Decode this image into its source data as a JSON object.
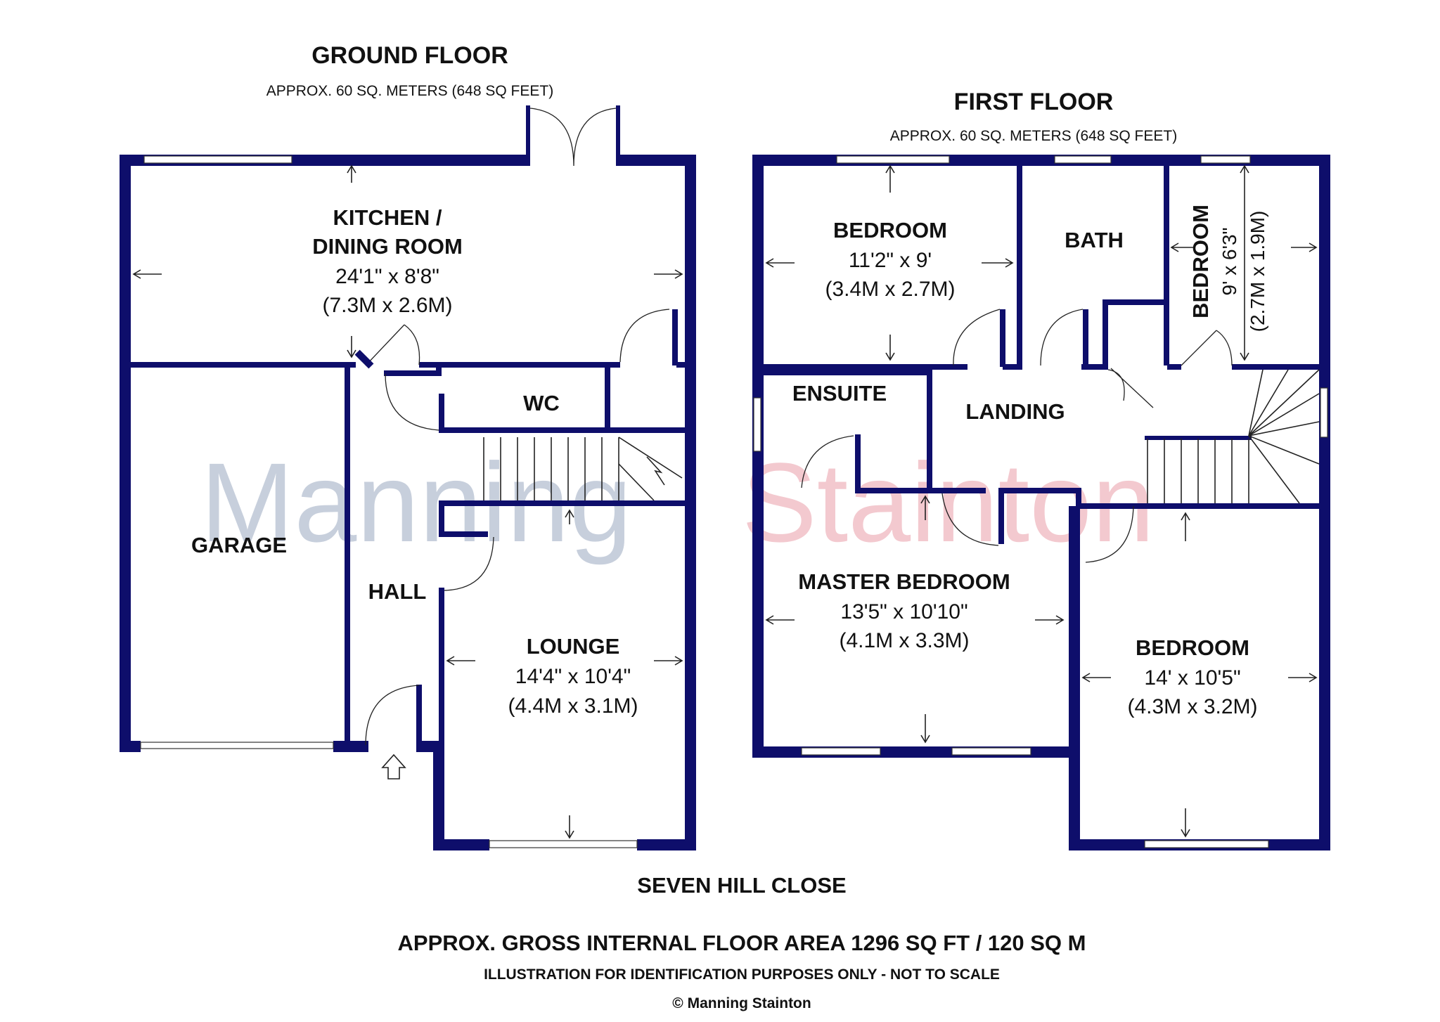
{
  "ground_floor": {
    "title": "GROUND FLOOR",
    "area": "APPROX. 60 SQ. METERS (648 SQ FEET)"
  },
  "first_floor": {
    "title": "FIRST FLOOR",
    "area": "APPROX. 60 SQ. METERS (648 SQ FEET)"
  },
  "rooms": {
    "kitchen": {
      "line1": "KITCHEN /",
      "line2": "DINING ROOM",
      "imperial": "24'1\" x 8'8\"",
      "metric": "(7.3M x 2.6M)"
    },
    "wc": {
      "name": "WC"
    },
    "garage": {
      "name": "GARAGE"
    },
    "hall": {
      "name": "HALL"
    },
    "lounge": {
      "name": "LOUNGE",
      "imperial": "14'4\" x 10'4\"",
      "metric": "(4.4M x 3.1M)"
    },
    "bedroom_1": {
      "name": "BEDROOM",
      "imperial": "11'2\" x 9'",
      "metric": "(3.4M x 2.7M)"
    },
    "bath": {
      "name": "BATH"
    },
    "bedroom_small": {
      "name": "BEDROOM",
      "imperial": "9' x 6'3\"",
      "metric": "(2.7M x 1.9M)"
    },
    "ensuite": {
      "name": "ENSUITE"
    },
    "landing": {
      "name": "LANDING"
    },
    "master_bedroom": {
      "name": "MASTER BEDROOM",
      "imperial": "13'5\" x 10'10\"",
      "metric": "(4.1M x 3.3M)"
    },
    "bedroom_2": {
      "name": "BEDROOM",
      "imperial": "14' x 10'5\"",
      "metric": "(4.3M x 3.2M)"
    }
  },
  "watermark": {
    "part1": "Manning",
    "part2": "Stainton"
  },
  "footer": {
    "address": "SEVEN HILL CLOSE",
    "gross_area": "APPROX. GROSS INTERNAL FLOOR AREA 1296 SQ FT / 120 SQ M",
    "disclaimer": "ILLUSTRATION FOR IDENTIFICATION PURPOSES ONLY - NOT TO SCALE",
    "copyright": "© Manning Stainton"
  },
  "colors": {
    "wall": "#0e0e6b",
    "watermark_grey": "#c7cfdc",
    "watermark_pink": "#f3c9cf"
  }
}
